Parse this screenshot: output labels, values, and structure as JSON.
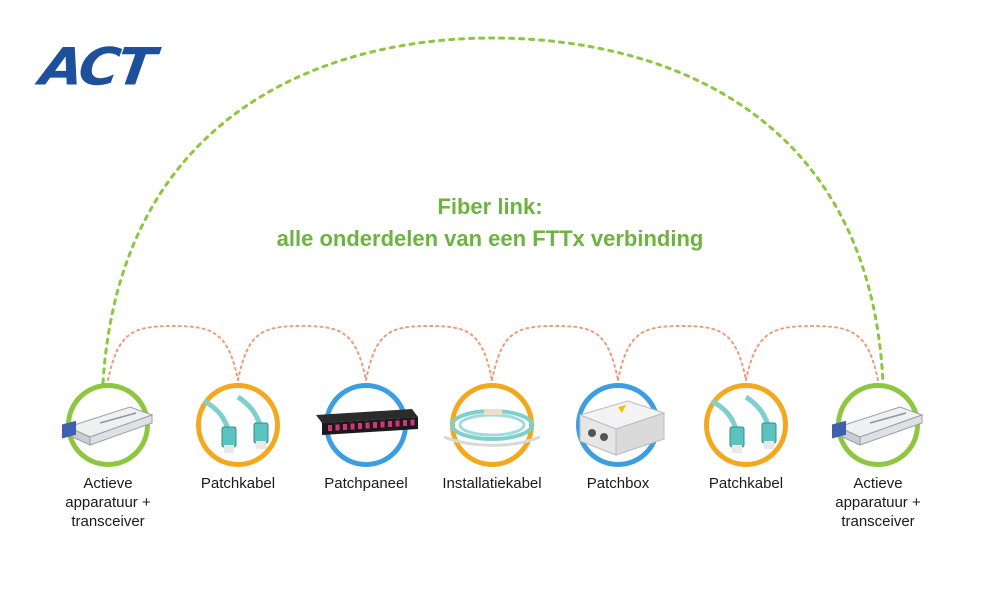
{
  "brand": {
    "logo_text": "ACT",
    "logo_color": "#1d4f9a"
  },
  "title": {
    "line1": "Fiber link:",
    "line2": "alle onderdelen van een FTTx verbinding",
    "color": "#6db33f"
  },
  "colors": {
    "green": "#8dc63f",
    "orange": "#f4a81d",
    "blue": "#3b9ee0",
    "link_dots": "#f09a7a",
    "big_arc": "#8dc63f"
  },
  "components": [
    {
      "label_lines": [
        "Actieve",
        "apparatuur +",
        "transceiver"
      ],
      "ring": "green",
      "icon": "sfp-transceiver-icon"
    },
    {
      "label_lines": [
        "Patchkabel"
      ],
      "ring": "orange",
      "icon": "lc-duplex-patch-cable-icon"
    },
    {
      "label_lines": [
        "Patchpaneel"
      ],
      "ring": "blue",
      "icon": "patch-panel-icon"
    },
    {
      "label_lines": [
        "Installatiekabel"
      ],
      "ring": "orange",
      "icon": "fiber-installation-cable-icon"
    },
    {
      "label_lines": [
        "Patchbox"
      ],
      "ring": "blue",
      "icon": "patch-box-icon"
    },
    {
      "label_lines": [
        "Patchkabel"
      ],
      "ring": "orange",
      "icon": "lc-duplex-patch-cable-icon"
    },
    {
      "label_lines": [
        "Actieve",
        "apparatuur +",
        "transceiver"
      ],
      "ring": "green",
      "icon": "sfp-transceiver-icon"
    }
  ]
}
